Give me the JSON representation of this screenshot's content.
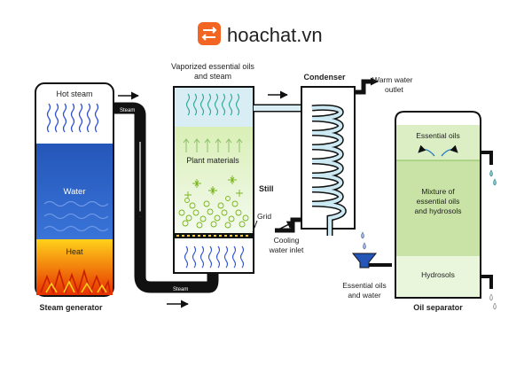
{
  "brand": {
    "name": "hoachat.vn",
    "color": "#f26522"
  },
  "steam_generator": {
    "title": "Steam generator",
    "hot_steam": "Hot steam",
    "water": "Water",
    "heat": "Heat"
  },
  "pipes": {
    "steam_top": "Steam",
    "steam_bottom": "Steam"
  },
  "still": {
    "title": "Still",
    "vapor_label_1": "Vaporized essential oils",
    "vapor_label_2": "and steam",
    "plant_materials": "Plant materials",
    "grid": "Grid"
  },
  "condenser": {
    "title": "Condenser",
    "warm_outlet_1": "Warm water",
    "warm_outlet_2": "outlet",
    "cooling_inlet_1": "Cooling",
    "cooling_inlet_2": "water inlet",
    "output_1": "Essential oils",
    "output_2": "and water"
  },
  "separator": {
    "title": "Oil separator",
    "essential_oils": "Essential oils",
    "mixture_1": "Mixture of",
    "mixture_2": "essential oils",
    "mixture_3": "and hydrosols",
    "hydrosols": "Hydrosols"
  },
  "colors": {
    "water": "#2c64c4",
    "heat_top": "#ffd21a",
    "heat_bottom": "#e63000",
    "pipe": "#111111",
    "still_green": "#e8f3c8",
    "vapor": "#d8eef4",
    "separator_green": "#dcefc4"
  }
}
